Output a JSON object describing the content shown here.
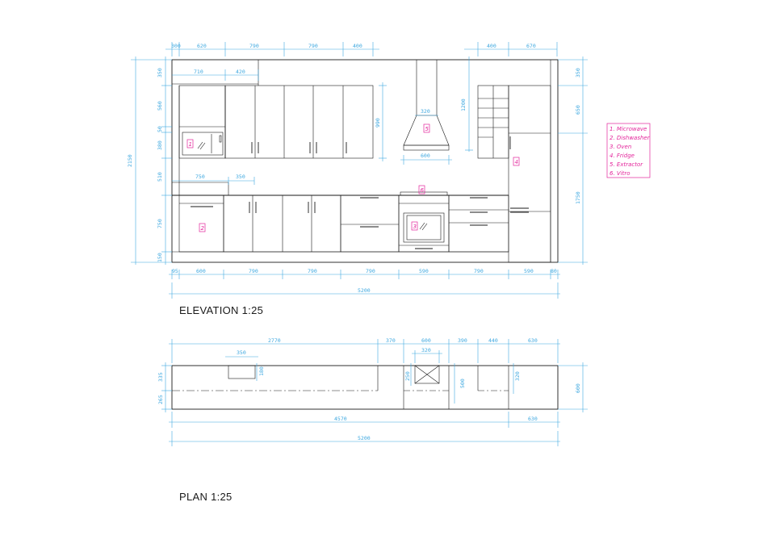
{
  "titles": {
    "elevation": "ELEVATION 1:25",
    "plan": "PLAN 1:25"
  },
  "legend": {
    "items": [
      "1. Microwave",
      "2. Dishwasher",
      "3. Oven",
      "4. Fridge",
      "5. Extractor",
      "6. Vitro"
    ]
  },
  "tags": {
    "microwave": "1",
    "dishwasher": "2",
    "oven": "3",
    "fridge": "4",
    "extractor": "5",
    "vitro": "6"
  },
  "elevation_dims": {
    "top_row": [
      "300",
      "620",
      "790",
      "790",
      "400",
      "400",
      "670"
    ],
    "upper_row": [
      "710",
      "420"
    ],
    "left_col": [
      "350",
      "560",
      "50",
      "380",
      "510",
      "750",
      "150"
    ],
    "total_height": "2150",
    "hood_upper": "320",
    "hood_lower": "600",
    "hood_height": "1200",
    "wall_cab_height": "990",
    "counter_row": [
      "750",
      "350"
    ],
    "right_col": [
      "350",
      "650",
      "1750"
    ],
    "bottom_row": [
      "95",
      "600",
      "790",
      "790",
      "790",
      "590",
      "790",
      "590",
      "80"
    ],
    "total_width": "5200"
  },
  "plan_dims": {
    "top_row": [
      "2770",
      "370",
      "600",
      "390",
      "440",
      "630"
    ],
    "sink_width": "350",
    "sink_depth": "180",
    "hob_width": "320",
    "hob_depth": "250",
    "left_col": [
      "335",
      "265"
    ],
    "hob_zone": "500",
    "fridge_depth": "320",
    "depth": "600",
    "bottom_row": [
      "4570",
      "630"
    ],
    "total_width": "5200"
  }
}
